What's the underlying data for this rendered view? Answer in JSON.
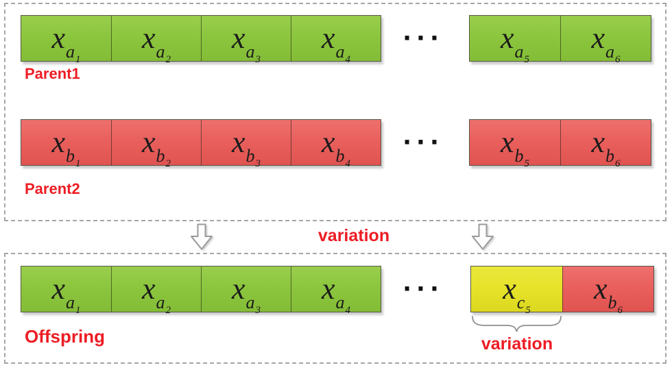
{
  "colors": {
    "gene_green": "#8cc63e",
    "gene_red": "#e9605d",
    "gene_yellow": "#e7e32a",
    "label_red": "#ed1c24",
    "dashed_border": "#a6a6a6",
    "arrow_outline": "#9a9a9a"
  },
  "parent1": {
    "label": "Parent1",
    "dots": "···",
    "cells": [
      {
        "v": "x",
        "s": "a",
        "i": "1"
      },
      {
        "v": "x",
        "s": "a",
        "i": "2"
      },
      {
        "v": "x",
        "s": "a",
        "i": "3"
      },
      {
        "v": "x",
        "s": "a",
        "i": "4"
      },
      {
        "v": "x",
        "s": "a",
        "i": "5"
      },
      {
        "v": "x",
        "s": "a",
        "i": "6"
      }
    ]
  },
  "parent2": {
    "label": "Parent2",
    "dots": "···",
    "cells": [
      {
        "v": "x",
        "s": "b",
        "i": "1"
      },
      {
        "v": "x",
        "s": "b",
        "i": "2"
      },
      {
        "v": "x",
        "s": "b",
        "i": "3"
      },
      {
        "v": "x",
        "s": "b",
        "i": "4"
      },
      {
        "v": "x",
        "s": "b",
        "i": "5"
      },
      {
        "v": "x",
        "s": "b",
        "i": "6"
      }
    ]
  },
  "middle": {
    "variation_label": "variation"
  },
  "offspring": {
    "label": "Offspring",
    "dots": "···",
    "cells": [
      {
        "v": "x",
        "s": "a",
        "i": "1"
      },
      {
        "v": "x",
        "s": "a",
        "i": "2"
      },
      {
        "v": "x",
        "s": "a",
        "i": "3"
      },
      {
        "v": "x",
        "s": "a",
        "i": "4"
      },
      {
        "v": "x",
        "s": "c",
        "i": "5"
      },
      {
        "v": "x",
        "s": "b",
        "i": "6"
      }
    ],
    "brace_label": "variation"
  }
}
